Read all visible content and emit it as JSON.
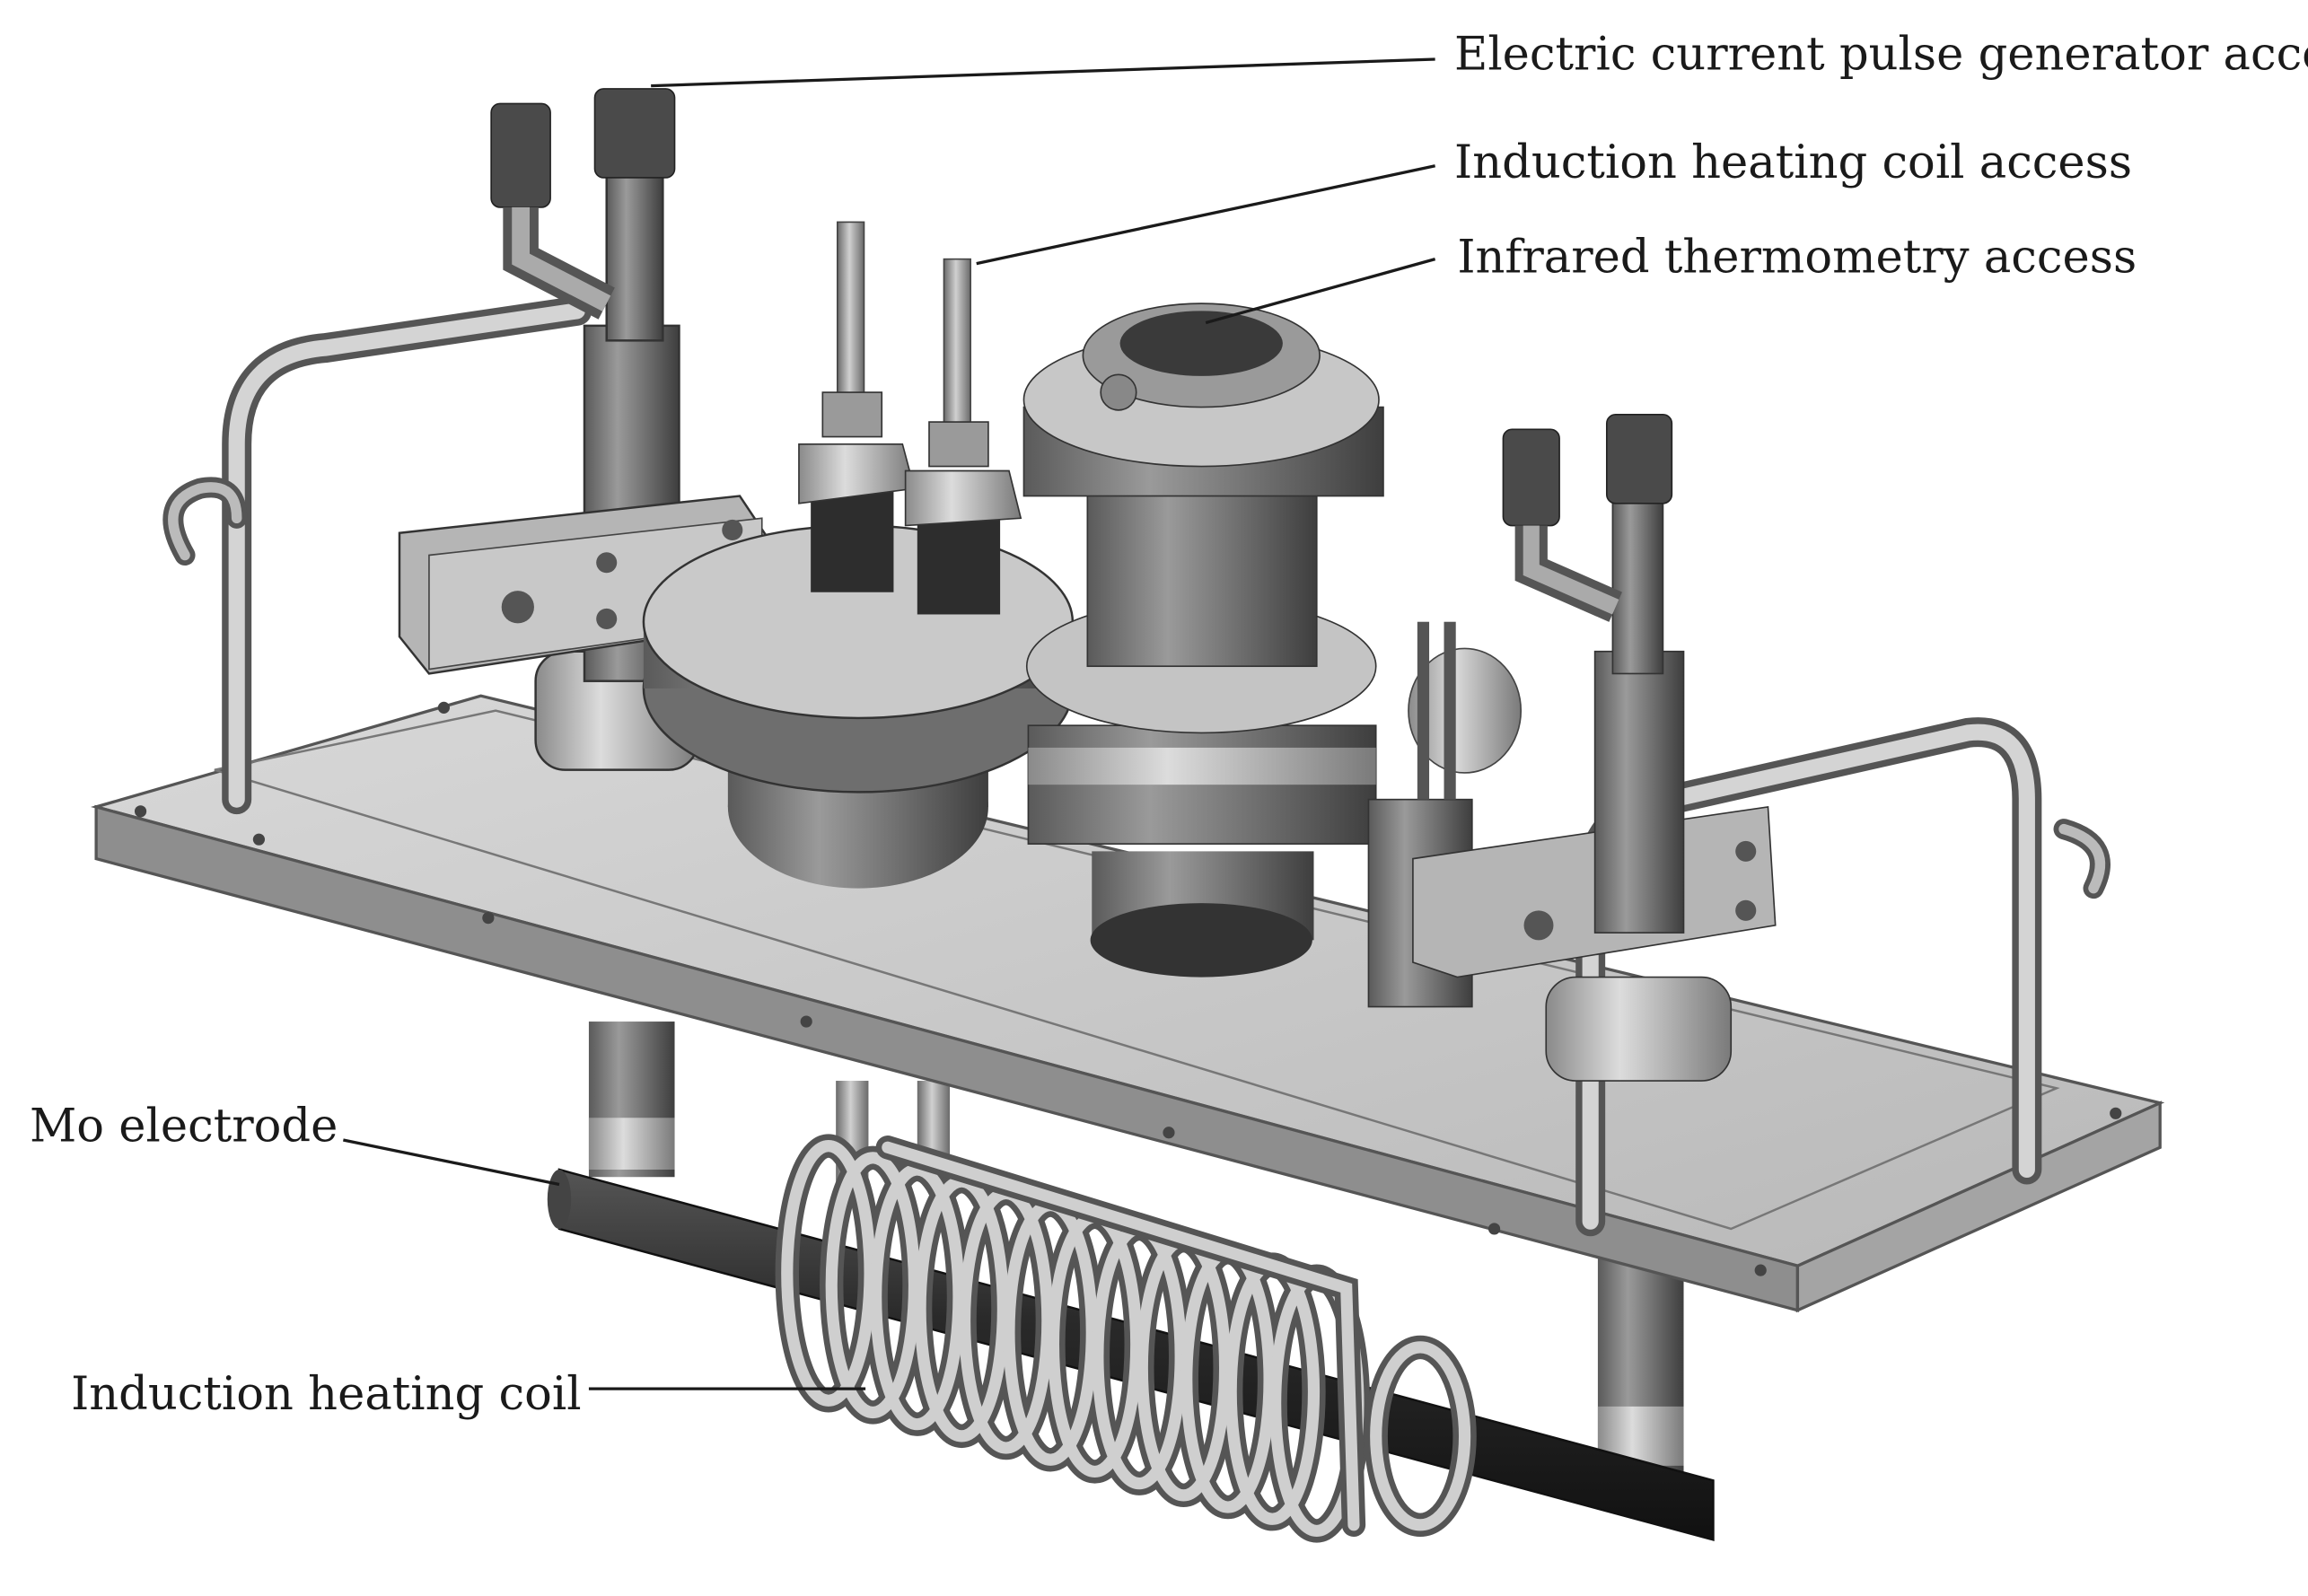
{
  "labels": {
    "pulse_generator": "Electric current pulse generator access",
    "coil_access": "Induction heating coil access",
    "thermometry": "Infrared thermometry access",
    "mo_electrode": "Mo electrode",
    "heating_coil": "Induction heating coil"
  },
  "colors": {
    "plate": "#c9c9c9",
    "plate_edge": "#8a8a8a",
    "metal_light": "#bdbdbd",
    "metal_mid": "#8e8e8e",
    "metal_dark": "#4a4a4a",
    "electrode": "#2a2a2a",
    "ink": "#1a1a1a"
  }
}
